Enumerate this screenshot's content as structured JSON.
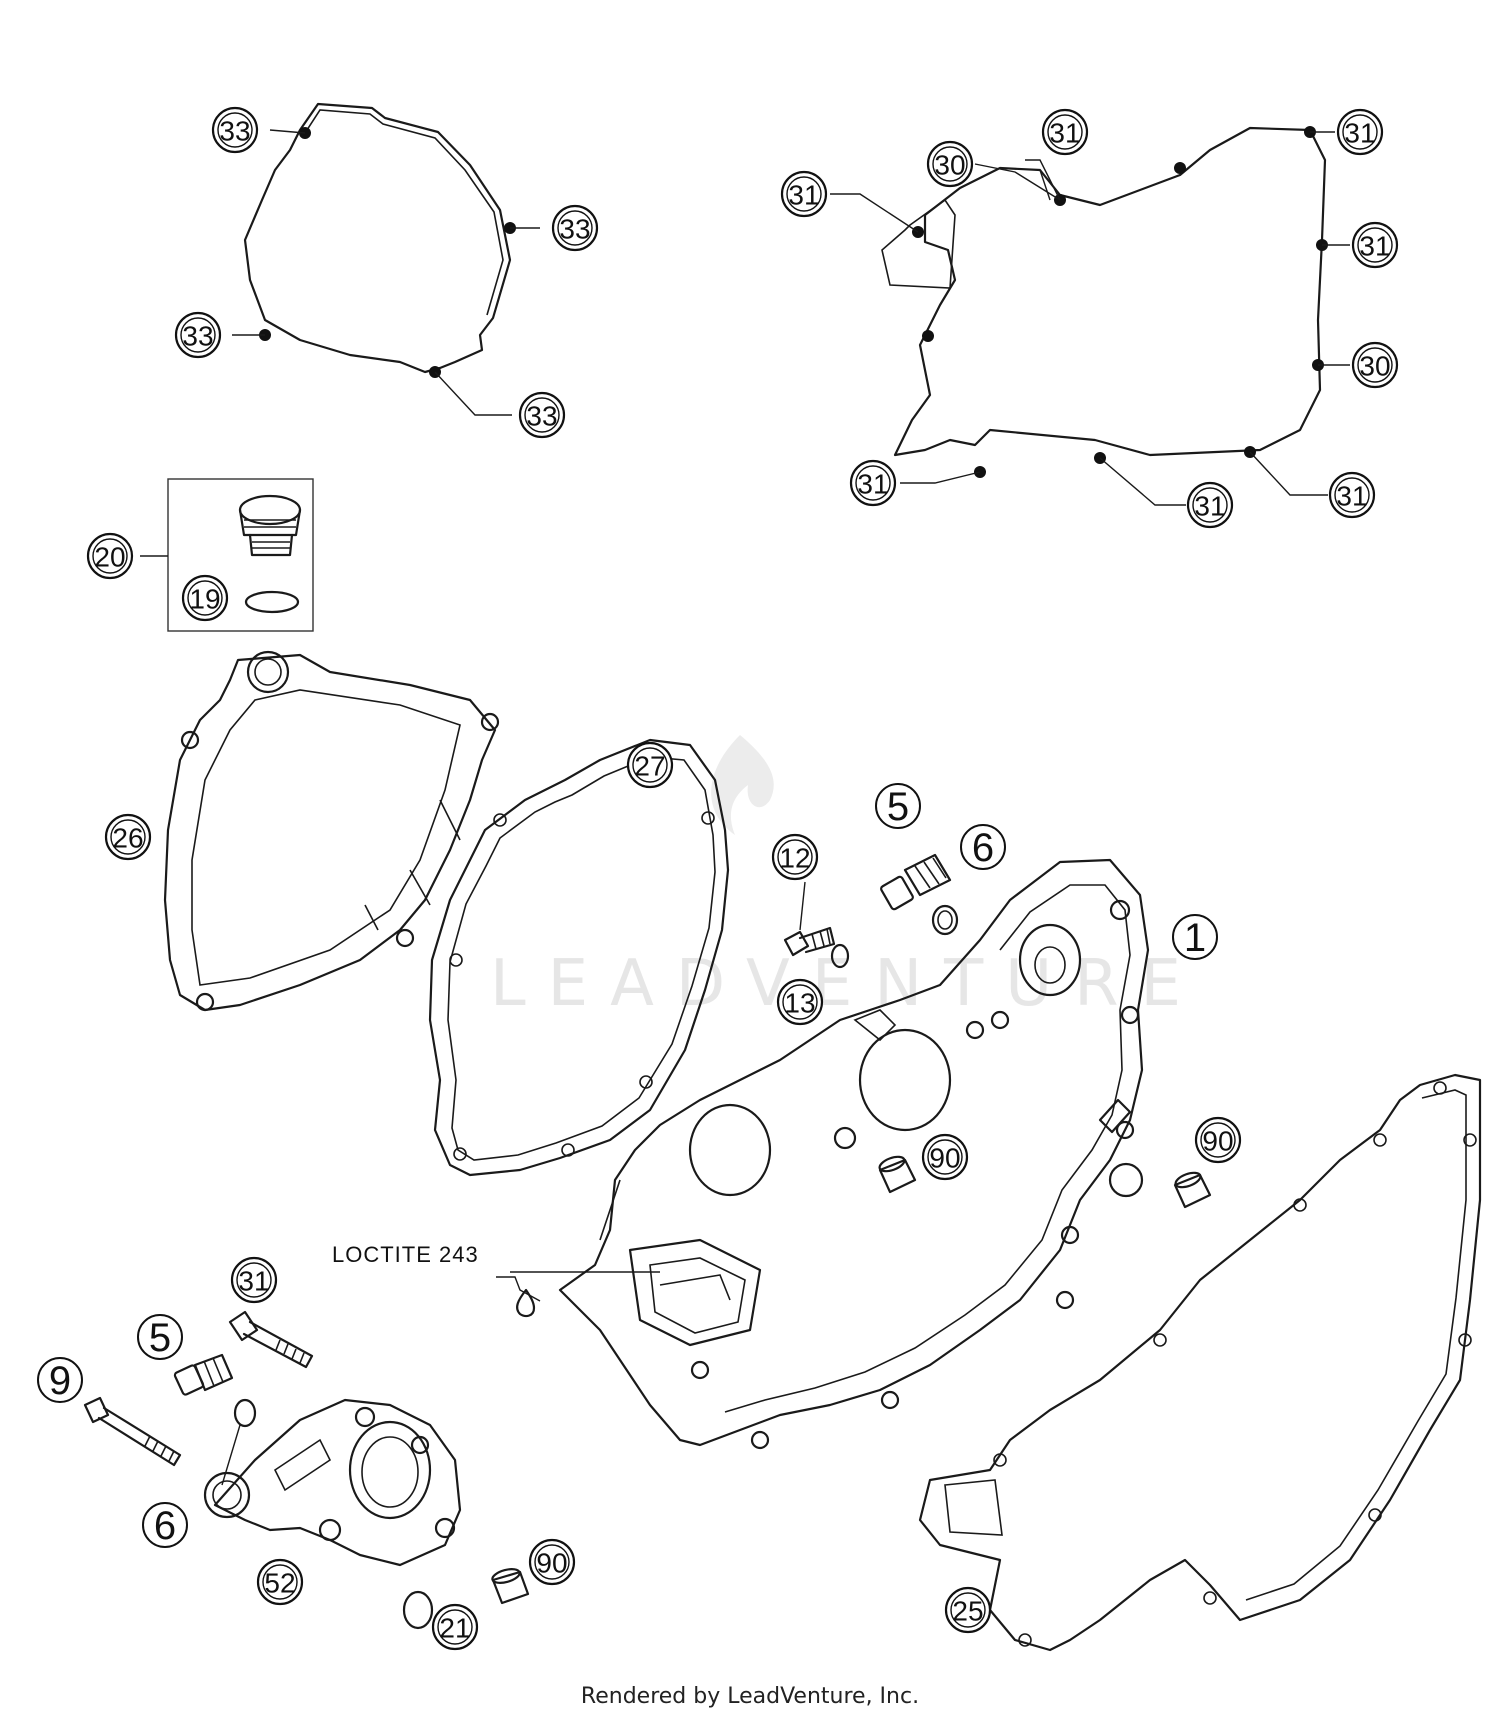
{
  "diagram": {
    "note_loctite": "LOCTITE 243",
    "watermark": "LEADVENTURE",
    "footer": "Rendered by LeadVenture, Inc."
  },
  "callouts": {
    "c33_a": "33",
    "c33_b": "33",
    "c33_c": "33",
    "c33_d": "33",
    "c31_a": "31",
    "c30_a": "30",
    "c31_b": "31",
    "c31_c": "31",
    "c31_d": "31",
    "c30_b": "30",
    "c31_e": "31",
    "c31_f": "31",
    "c31_g": "31",
    "c20": "20",
    "c19": "19",
    "c26": "26",
    "c27": "27",
    "c5_top": "5",
    "c6_top": "6",
    "c12": "12",
    "c13": "13",
    "c1": "1",
    "c90_a": "90",
    "c90_b": "90",
    "c31_bolt": "31",
    "c5_low": "5",
    "c9": "9",
    "c6_low": "6",
    "c52": "52",
    "c90_c": "90",
    "c21": "21",
    "c25": "25"
  }
}
